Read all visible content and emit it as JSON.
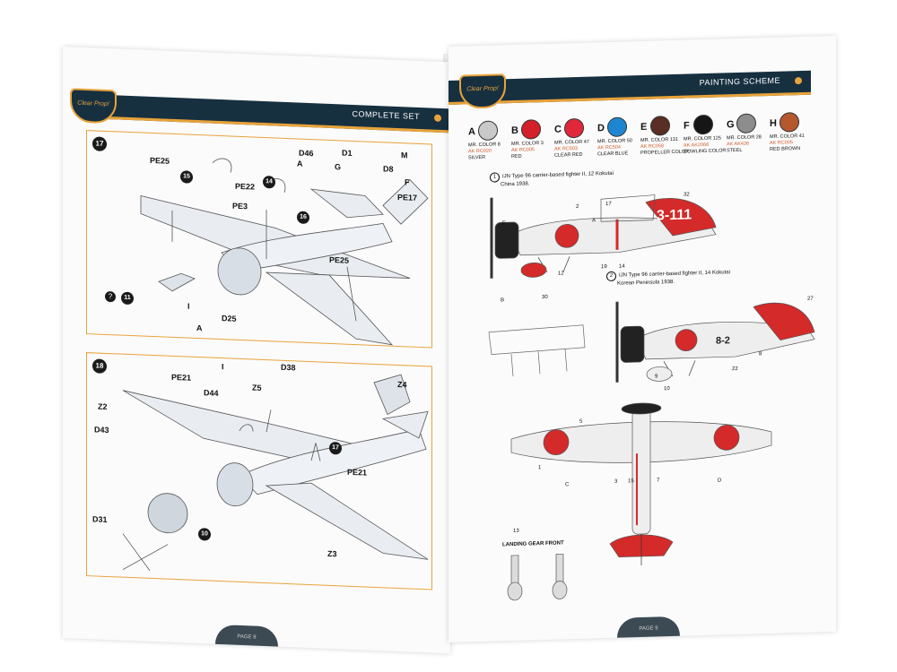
{
  "left_page": {
    "header_title": "COMPLETE SET",
    "brand_text": "Clear Prop!",
    "page_label": "PAGE 8",
    "step17": {
      "number": "17",
      "labels": [
        "PE25",
        "PE22",
        "PE3",
        "D46",
        "A",
        "D1",
        "G",
        "M",
        "D8",
        "F",
        "PE17",
        "PE25",
        "D25",
        "A",
        "I"
      ],
      "circles": [
        "15",
        "14",
        "16",
        "11"
      ]
    },
    "step18": {
      "number": "18",
      "labels": [
        "PE21",
        "D44",
        "I",
        "Z5",
        "D38",
        "Z4",
        "Z2",
        "D43",
        "PE21",
        "D31",
        "Z3"
      ],
      "circles": [
        "17",
        "10"
      ]
    }
  },
  "right_page": {
    "header_title": "PAINTING SCHEME",
    "brand_text": "Clear Prop!",
    "page_label": "PAGE 9",
    "swatches": [
      {
        "letter": "A",
        "name": "MR. COLOR 8",
        "ak": "AK RC020",
        "desc": "SILVER",
        "color": "#c9c9c9"
      },
      {
        "letter": "B",
        "name": "MR. COLOR 3",
        "ak": "AK RC005",
        "desc": "RED",
        "color": "#d4202a"
      },
      {
        "letter": "C",
        "name": "MR. COLOR 47",
        "ak": "AK RC503",
        "desc": "CLEAR RED",
        "color": "#e0283a"
      },
      {
        "letter": "D",
        "name": "MR. COLOR 50",
        "ak": "AK RC504",
        "desc": "CLEAR BLUE",
        "color": "#1e86d0"
      },
      {
        "letter": "E",
        "name": "MR. COLOR 131",
        "ak": "AK RC058",
        "desc": "PROPELLER COLOR",
        "color": "#5a2e22"
      },
      {
        "letter": "F",
        "name": "MR. COLOR 125",
        "ak": "AK AK2066",
        "desc": "COWLING COLOR",
        "color": "#161616"
      },
      {
        "letter": "G",
        "name": "MR. COLOR 28",
        "ak": "AK AK426",
        "desc": "STEEL",
        "color": "#8d8d8d"
      },
      {
        "letter": "H",
        "name": "MR. COLOR 41",
        "ak": "AK RC005",
        "desc": "RED BROWN",
        "color": "#b5582e"
      }
    ],
    "scheme1": {
      "num": "1",
      "line1": "IJN Type 96 carrier-based fighter II, 12 Kokutai",
      "line2": "China 1938.",
      "tail_code": "3-111"
    },
    "scheme2": {
      "num": "2",
      "line1": "IJN Type 96 carrier-based fighter II, 14 Kokutai",
      "line2": "Korean Peninsula 1938.",
      "tail_code": "8-2"
    },
    "landing_gear_label": "LANDING GEAR FRONT",
    "callouts": [
      "32",
      "17",
      "2",
      "A",
      "19",
      "14",
      "12",
      "30",
      "B",
      "F",
      "27",
      "8",
      "22",
      "9",
      "10",
      "5",
      "3",
      "15",
      "7",
      "1",
      "C",
      "D",
      "13"
    ]
  }
}
